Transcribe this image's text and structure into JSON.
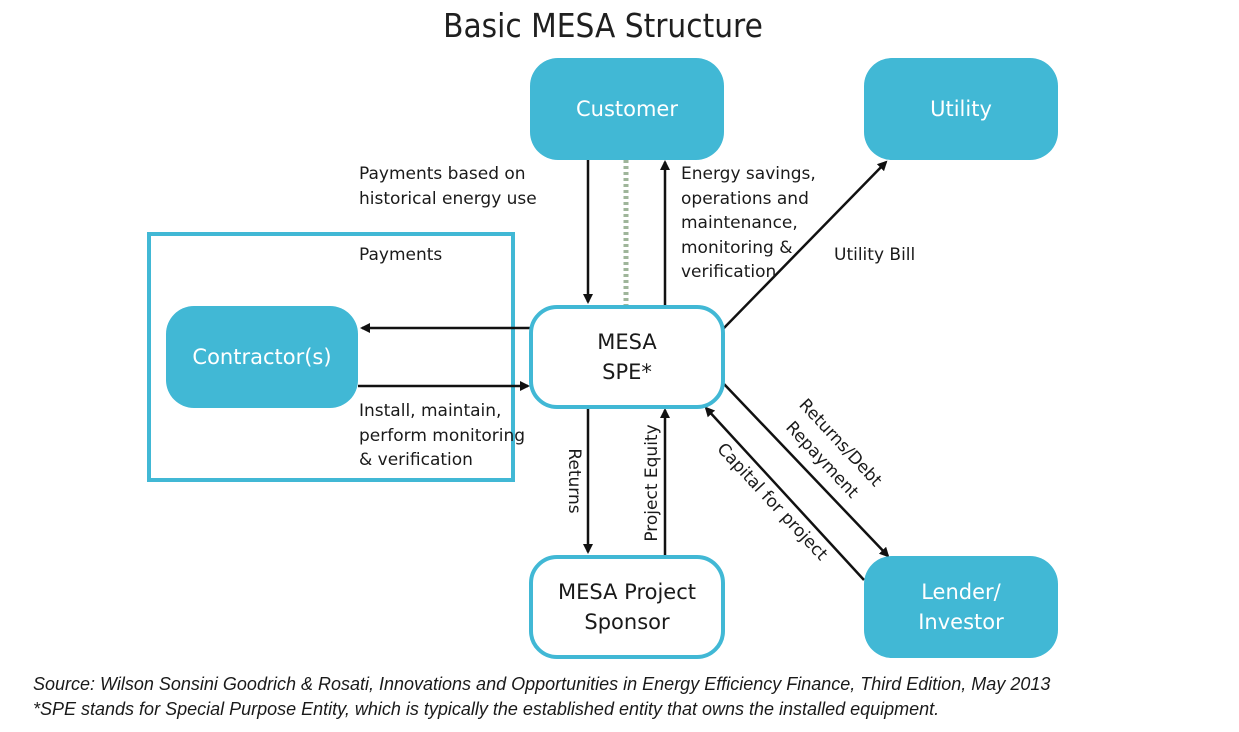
{
  "title": "Basic MESA Structure",
  "nodes": {
    "customer": "Customer",
    "utility": "Utility",
    "contractor": "Contractor(s)",
    "spe_line1": "MESA",
    "spe_line2": "SPE*",
    "sponsor_line1": "MESA Project",
    "sponsor_line2": "Sponsor",
    "lender_line1": "Lender/",
    "lender_line2": "Investor"
  },
  "edges": {
    "payments_historical": [
      "Payments based on",
      "historical energy use"
    ],
    "energy_savings": [
      "Energy savings,",
      "operations and",
      "maintenance,",
      "monitoring &",
      "verification"
    ],
    "utility_bill": "Utility Bill",
    "payments": "Payments",
    "install": [
      "Install, maintain,",
      "perform monitoring",
      "& verification"
    ],
    "returns": "Returns",
    "project_equity": "Project Equity",
    "returns_debt": [
      "Returns/Debt",
      "Repayment"
    ],
    "capital": "Capital for project"
  },
  "footnotes": {
    "source": "Source: Wilson Sonsini Goodrich & Rosati, Innovations and Opportunities in Energy Efficiency Finance, Third Edition, May 2013",
    "spe_note": "*SPE stands for Special Purpose Entity, which is typically the established entity that owns the installed equipment."
  },
  "colors": {
    "node_fill": "#41b8d5",
    "arrow": "#111111",
    "dotted_link": "#9fb59a"
  }
}
